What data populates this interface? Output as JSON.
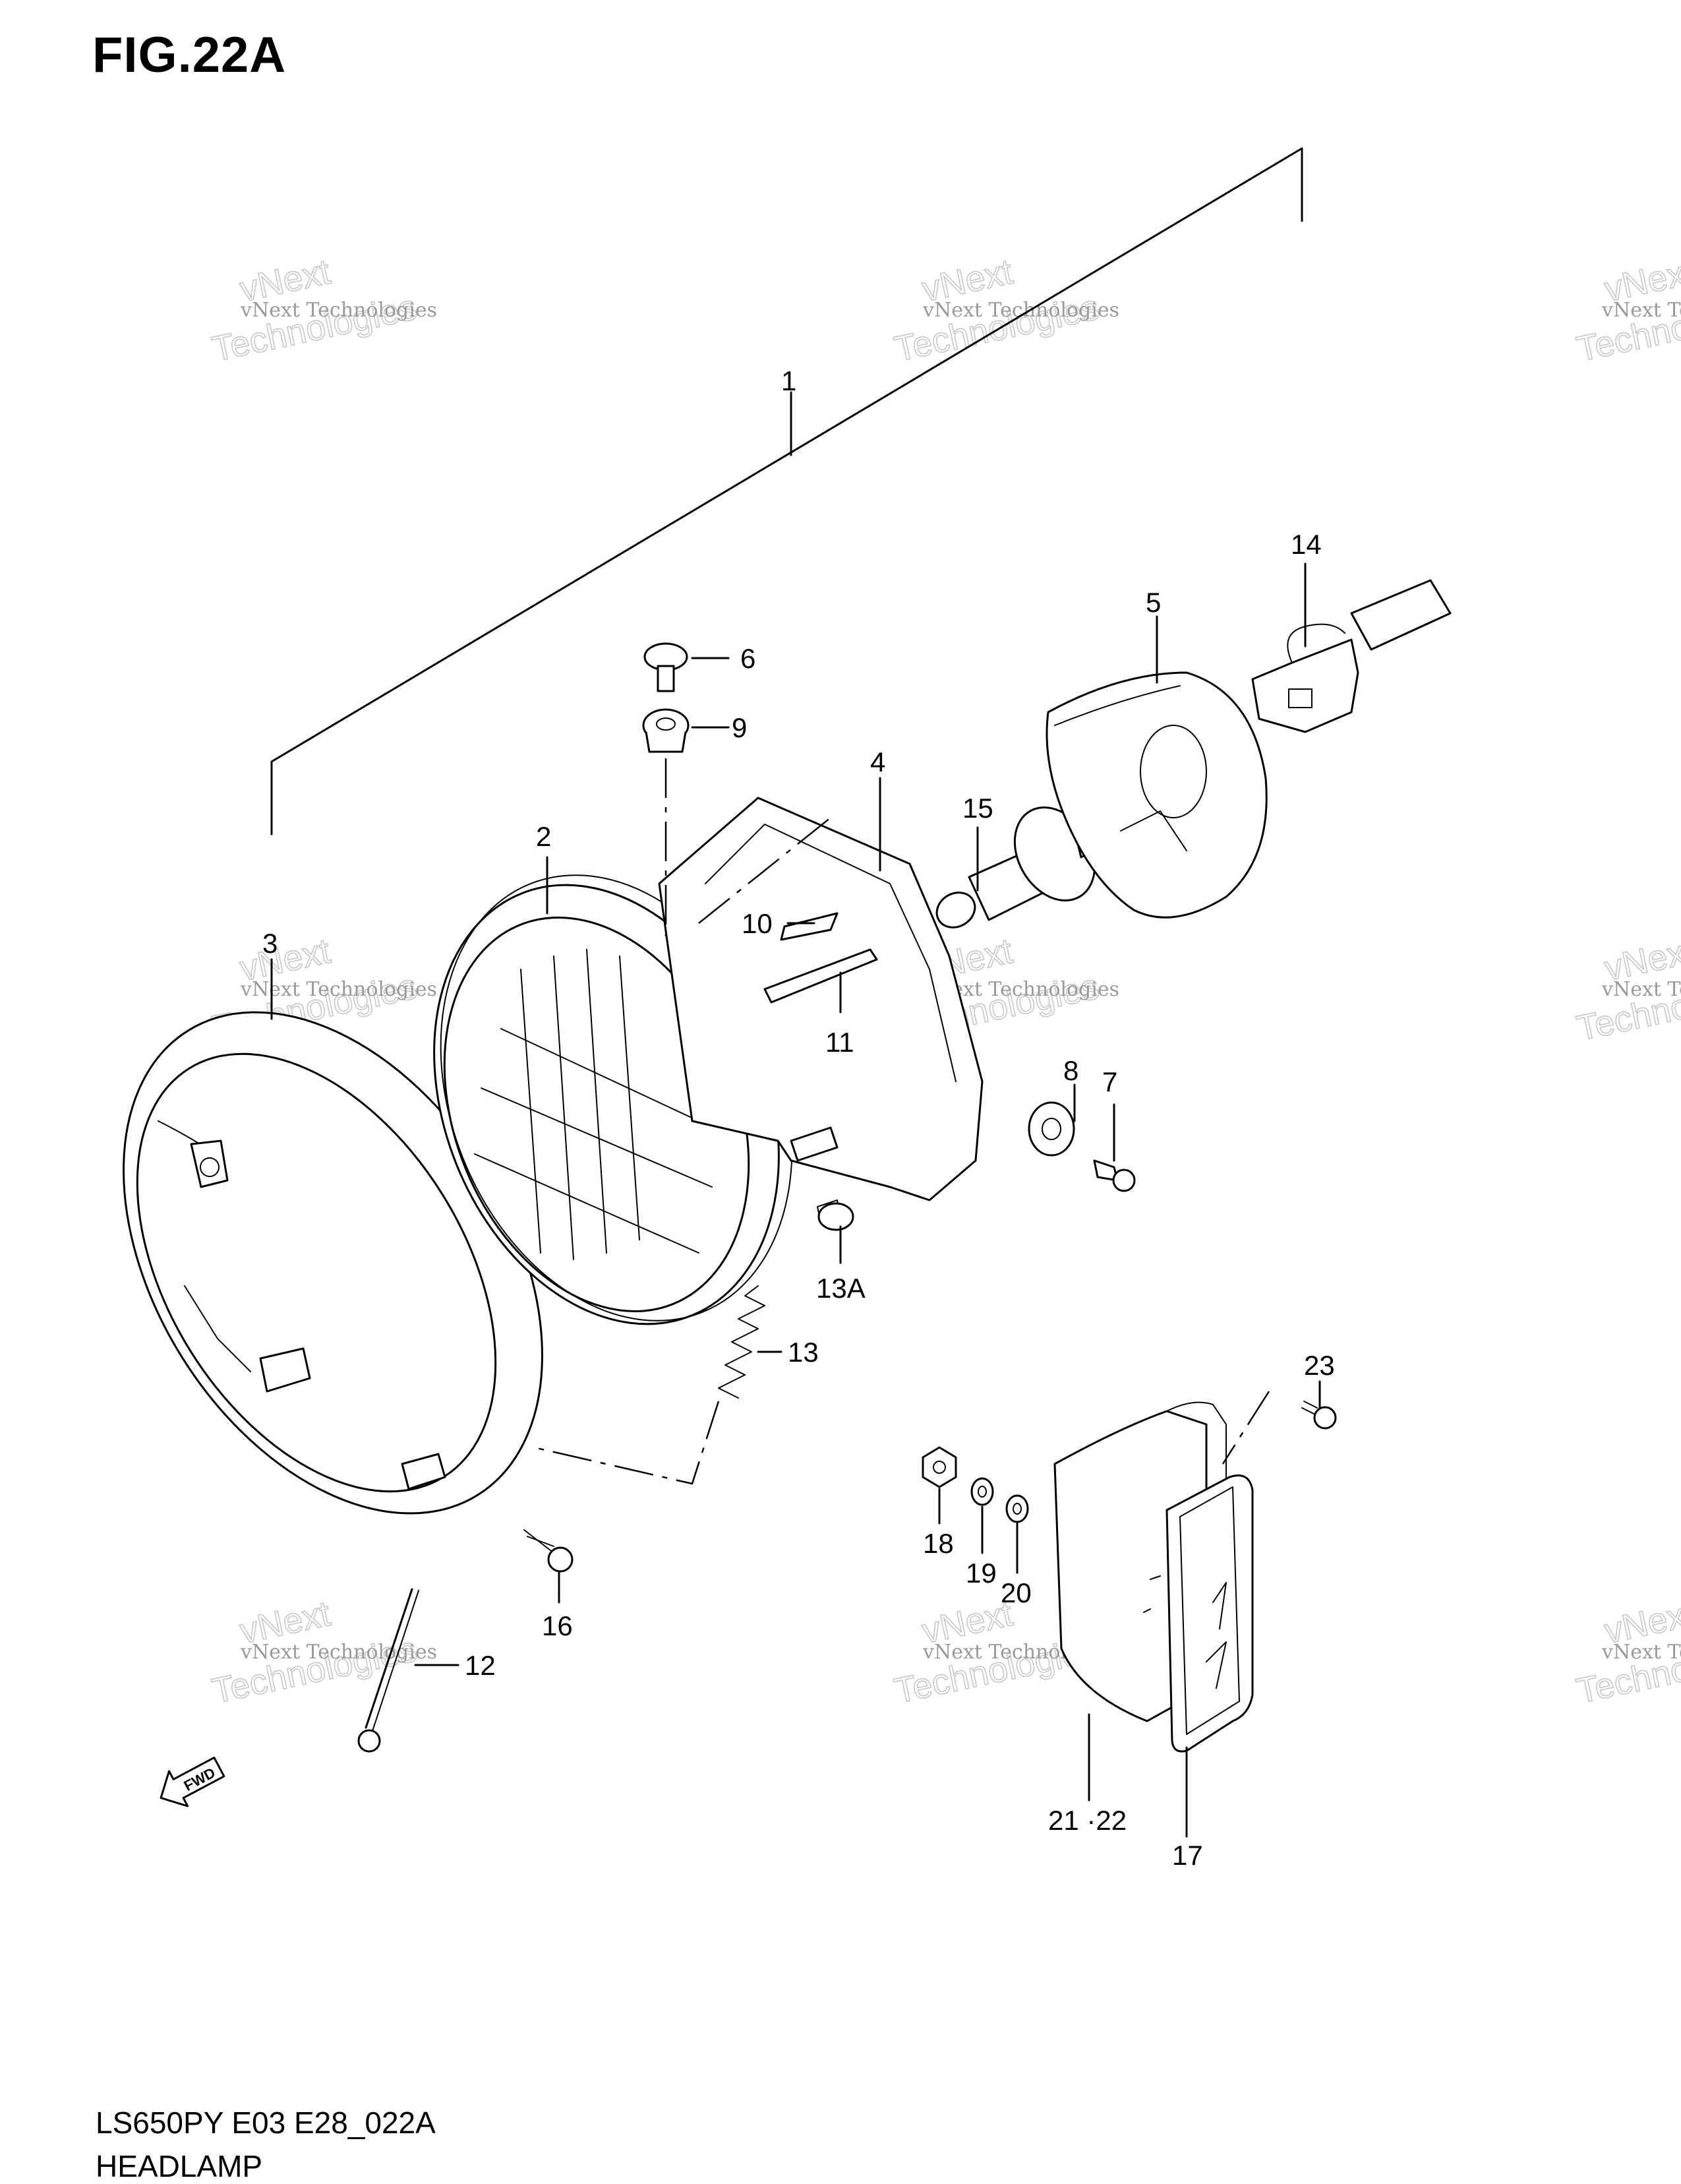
{
  "header": {
    "fig_label": "FIG.22A"
  },
  "footer": {
    "model_code": "LS650PY E03 E28_022A",
    "title": "HEADLAMP"
  },
  "watermark": {
    "line1": "vNext Technologies",
    "line2": "vNext",
    "line3": "Technologies"
  },
  "fwd_label": "FWD",
  "callouts": {
    "c1": "1",
    "c2": "2",
    "c3": "3",
    "c4": "4",
    "c5": "5",
    "c6": "6",
    "c7": "7",
    "c8": "8",
    "c9": "9",
    "c10": "10",
    "c11": "11",
    "c12": "12",
    "c13": "13",
    "c13a": "13A",
    "c14": "14",
    "c15": "15",
    "c16": "16",
    "c17": "17",
    "c18": "18",
    "c19": "19",
    "c20": "20",
    "c21_22": "21 ·22",
    "c23": "23"
  }
}
